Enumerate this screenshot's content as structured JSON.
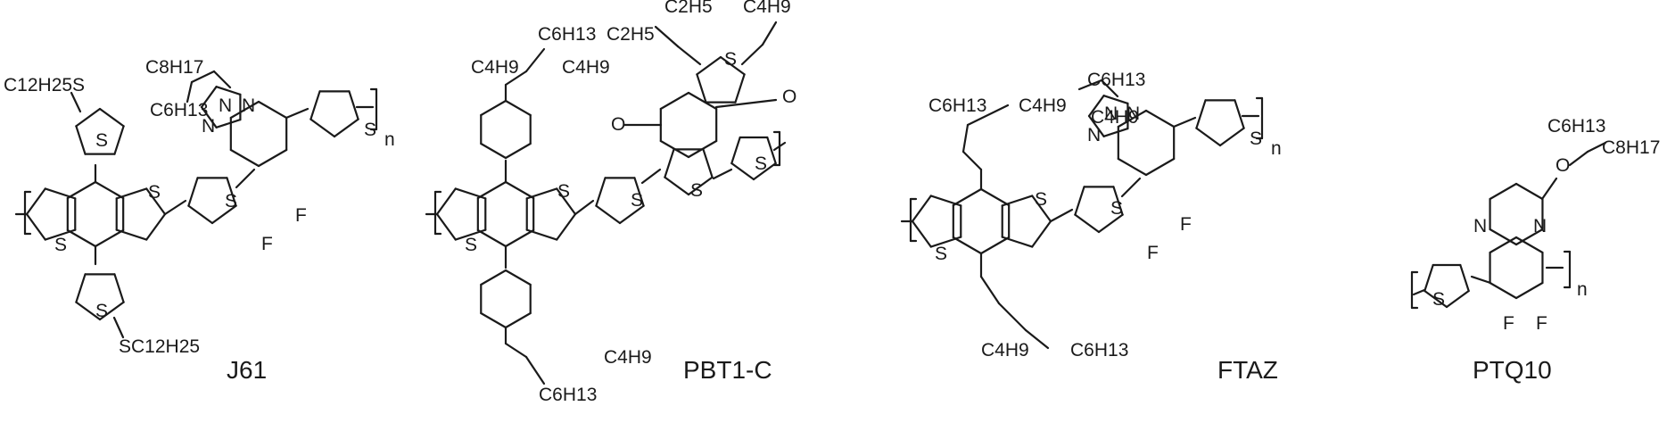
{
  "polymers": [
    {
      "name": "J61",
      "side_chains": {
        "top_thiophene": "C12H25S",
        "bottom_thiophene": "SC12H25",
        "btz_alkyl_upper": "C8H17",
        "btz_alkyl_lower": "C6H13"
      },
      "heteroatoms": {
        "sulfur": "S",
        "nitrogen": "N",
        "fluorine": "F"
      },
      "repeat_subscript": "n"
    },
    {
      "name": "PBT1-C",
      "side_chains": {
        "top_phenyl_upper": "C6H13",
        "top_phenyl_lower": "C4H9",
        "bottom_phenyl_upper": "C4H9",
        "bottom_phenyl_lower": "C6H13",
        "acceptor_left_upper": "C2H5",
        "acceptor_left_lower": "C4H9",
        "acceptor_right_upper": "C2H5",
        "acceptor_right_lower": "C4H9"
      },
      "heteroatoms": {
        "sulfur": "S",
        "oxygen": "O"
      },
      "repeat_subscript": ""
    },
    {
      "name": "FTAZ",
      "side_chains": {
        "bdt_top_upper": "C6H13",
        "bdt_top_lower": "C4H9",
        "bdt_bottom_upper": "C4H9",
        "bdt_bottom_lower": "C6H13",
        "btz_alkyl_upper": "C6H13",
        "btz_alkyl_lower": "C4H9"
      },
      "heteroatoms": {
        "sulfur": "S",
        "nitrogen": "N",
        "fluorine": "F"
      },
      "repeat_subscript": "n"
    },
    {
      "name": "PTQ10",
      "side_chains": {
        "alkoxy_upper": "C6H13",
        "alkoxy_lower": "C8H17"
      },
      "heteroatoms": {
        "sulfur": "S",
        "nitrogen": "N",
        "fluorine": "F",
        "oxygen": "O"
      },
      "repeat_subscript": "n"
    }
  ]
}
